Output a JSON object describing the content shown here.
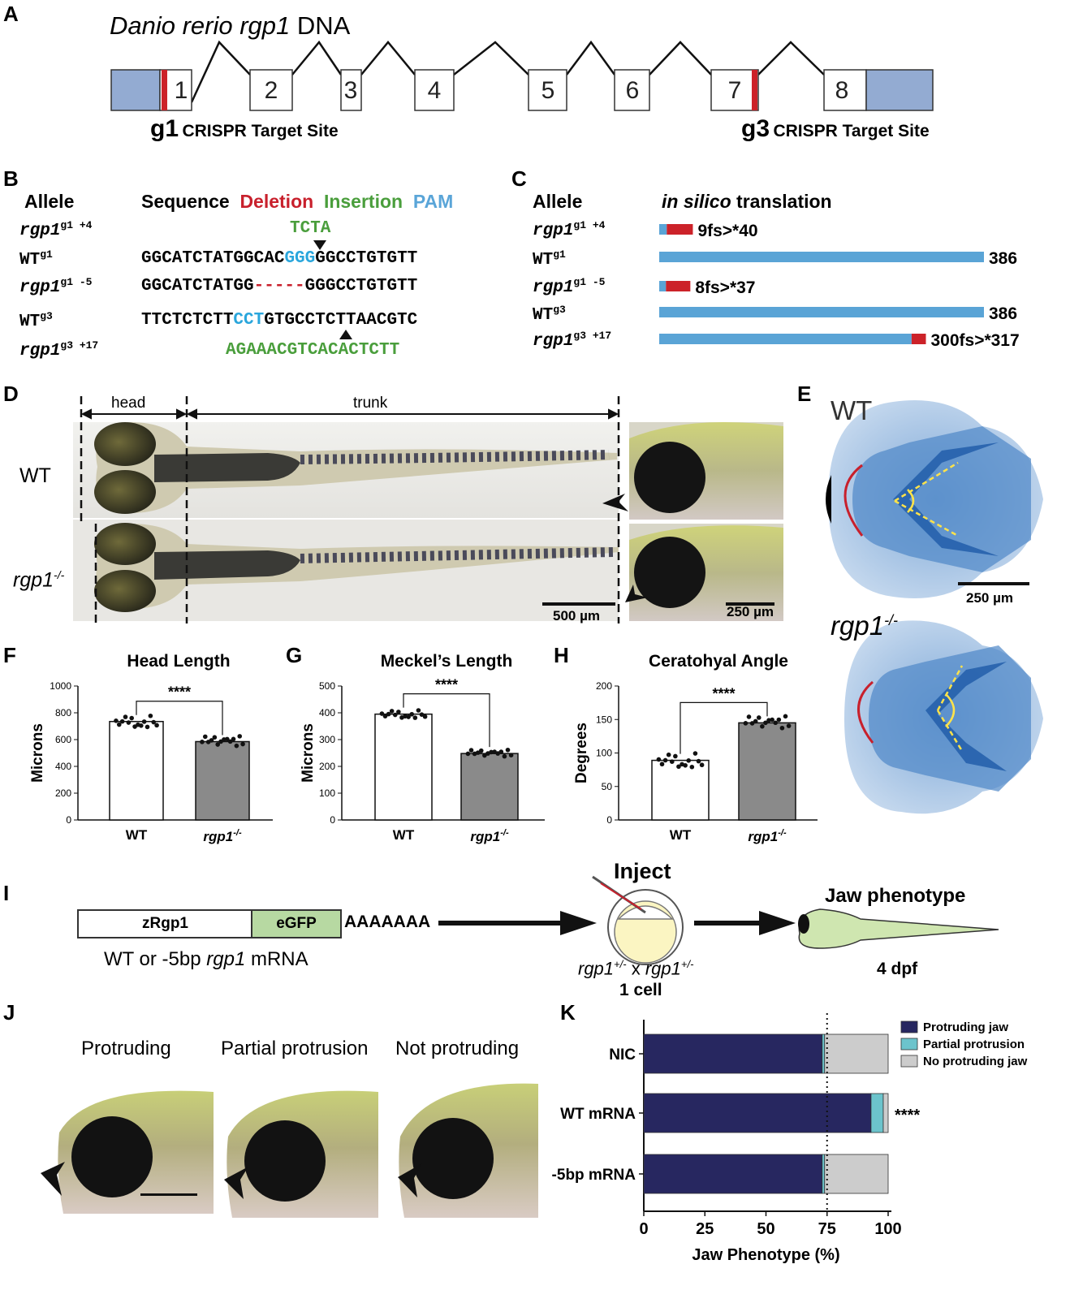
{
  "panels": {
    "A": "A",
    "B": "B",
    "C": "C",
    "D": "D",
    "E": "E",
    "F": "F",
    "G": "G",
    "H": "H",
    "I": "I",
    "J": "J",
    "K": "K"
  },
  "a": {
    "title_italic": "Danio rerio rgp1",
    "title_rest": " DNA",
    "exons": [
      "1",
      "2",
      "3",
      "4",
      "5",
      "6",
      "7",
      "8"
    ],
    "g1": "g1",
    "g3": "g3",
    "target_site": "CRISPR Target Site"
  },
  "b": {
    "col_allele": "Allele",
    "col_sequence": "Sequence",
    "deletion": "Deletion",
    "insertion": "Insertion",
    "pam": "PAM",
    "ins_top": "TCTA",
    "ins_bottom": "AGAAACGTCACACTCTT",
    "rows": [
      {
        "gene": "rgp1",
        "sup": "g1 +4"
      },
      {
        "gene": "WT",
        "sup": "g1",
        "seq_a": "GGCATCTATGGCAC",
        "seq_pam": "GGG",
        "seq_b": "GGCCTGTGTT"
      },
      {
        "gene": "rgp1",
        "sup": "g1 -5",
        "seq_a": "GGCATCTATGG",
        "seq_del": "-----",
        "seq_b": "GGGCCTGTGTT"
      },
      {
        "gene": "WT",
        "sup": "g3",
        "seq_a": "TTCTCTCTT",
        "seq_pam": "CCT",
        "seq_b": "GTGCCTCTTAACGTC"
      },
      {
        "gene": "rgp1",
        "sup": "g3 +17"
      }
    ]
  },
  "c": {
    "col_allele": "Allele",
    "col_trans_it": "in silico",
    "col_trans": " translation",
    "rows": [
      {
        "gene": "rgp1",
        "sup": "g1 +4",
        "label": "9fs>*40",
        "len": 40,
        "fs": 9
      },
      {
        "gene": "WT",
        "sup": "g1",
        "label": "386",
        "len": 386,
        "fs": 386
      },
      {
        "gene": "rgp1",
        "sup": "g1 -5",
        "label": "8fs>*37",
        "len": 37,
        "fs": 8
      },
      {
        "gene": "WT",
        "sup": "g3",
        "label": "386",
        "len": 386,
        "fs": 386
      },
      {
        "gene": "rgp1",
        "sup": "g3 +17",
        "label": "300fs>*317",
        "len": 317,
        "fs": 300
      }
    ]
  },
  "d": {
    "head": "head",
    "trunk": "trunk",
    "wt": "WT",
    "mut": "rgp1",
    "mut_sup": "-/-",
    "scale1": "500 µm",
    "scale2": "250 µm"
  },
  "e": {
    "wt": "WT",
    "mut": "rgp1",
    "mut_sup": "-/-",
    "scale": "250 µm"
  },
  "chart_data": [
    {
      "type": "bar",
      "title": "Head Length",
      "ylabel": "Microns",
      "categories": [
        "WT",
        "rgp1-/-"
      ],
      "values": [
        735,
        585
      ],
      "ylim": [
        0,
        1000
      ],
      "yticks": [
        0,
        200,
        400,
        600,
        800,
        1000
      ],
      "significance": "****"
    },
    {
      "type": "bar",
      "title": "Meckel’s Length",
      "ylabel": "Microns",
      "categories": [
        "WT",
        "rgp1-/-"
      ],
      "values": [
        395,
        248
      ],
      "ylim": [
        0,
        500
      ],
      "yticks": [
        0,
        100,
        200,
        300,
        400,
        500
      ],
      "significance": "****"
    },
    {
      "type": "bar",
      "title": "Ceratohyal Angle",
      "ylabel": "Degrees",
      "categories": [
        "WT",
        "rgp1-/-"
      ],
      "values": [
        89,
        145
      ],
      "ylim": [
        0,
        200
      ],
      "yticks": [
        0,
        50,
        100,
        150,
        200
      ],
      "significance": "****"
    },
    {
      "type": "bar",
      "stacked": true,
      "orientation": "horizontal",
      "xlabel": "Jaw Phenotype (%)",
      "xlim": [
        0,
        100
      ],
      "xticks": [
        0,
        25,
        50,
        75,
        100
      ],
      "categories": [
        "NIC",
        "WT mRNA",
        "-5bp mRNA"
      ],
      "series": [
        {
          "name": "Protruding jaw",
          "values": [
            73,
            93,
            73
          ],
          "color": "#272760"
        },
        {
          "name": "Partial protrusion",
          "values": [
            1,
            5,
            1
          ],
          "color": "#6cc4cc"
        },
        {
          "name": "No protruding jaw",
          "values": [
            26,
            2,
            26
          ],
          "color": "#cccccc"
        }
      ],
      "reference_line": 75,
      "significance": {
        "WT mRNA": "****"
      }
    }
  ],
  "f_labels": {
    "wt": "WT",
    "mut": "rgp1",
    "mut_sup": "-/-"
  },
  "i": {
    "zrgp1": "zRgp1",
    "egfp": "eGFP",
    "polya": "AAAAAAA",
    "mrna_pre": "WT or -5bp ",
    "mrna_it": "rgp1",
    "mrna_post": " mRNA",
    "inject": "Inject",
    "cross_a": "rgp1",
    "cross_sup": "+/-",
    "cross_x": " x ",
    "one_cell": "1 cell",
    "jaw": "Jaw phenotype",
    "dpf": "4 dpf"
  },
  "j": {
    "labels": [
      "Protruding",
      "Partial protrusion",
      "Not protruding"
    ]
  }
}
